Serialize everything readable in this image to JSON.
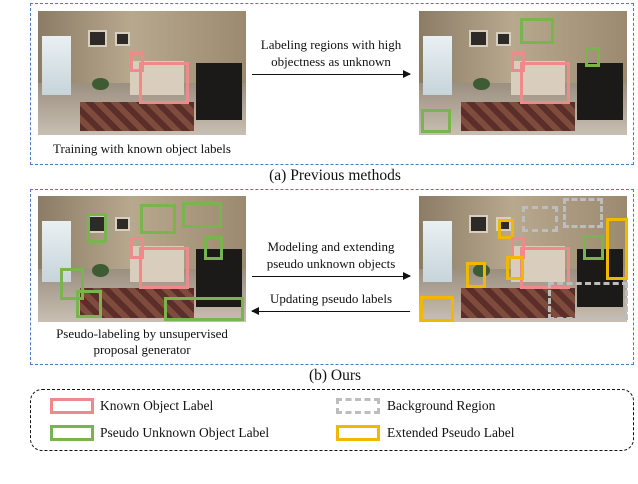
{
  "panel_a": {
    "caption": "(a) Previous methods",
    "arrow_label_line1": "Labeling regions with high",
    "arrow_label_line2": "objectness as unknown",
    "left_caption": "Training with known object labels"
  },
  "panel_b": {
    "caption": "(b) Ours",
    "top_arrow_line1": "Modeling and extending",
    "top_arrow_line2": "pseudo unknown objects",
    "bottom_arrow": "Updating pseudo labels",
    "left_caption_line1": "Pseudo-labeling by unsupervised",
    "left_caption_line2": "proposal generator"
  },
  "legend": {
    "known": "Known Object Label",
    "pseudo": "Pseudo Unknown Object Label",
    "background": "Background Region",
    "extended": "Extended Pseudo Label"
  },
  "colors": {
    "known": "#ee8a8a",
    "pseudo_unknown": "#7ab44e",
    "background": "#bdbdbd",
    "extended": "#f1b800",
    "panel_border": "#4a78c8"
  }
}
